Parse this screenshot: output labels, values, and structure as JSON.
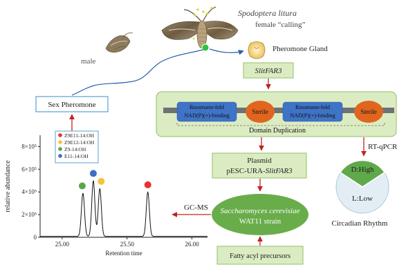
{
  "species": {
    "name": "Spodoptera litura",
    "status": "female “calling”"
  },
  "labels": {
    "male": "male",
    "pheromone_gland": "Pheromone Gland",
    "gene": "SlitFAR3",
    "sex_pheromone": "Sex Pheromone",
    "domain_duplication": "Domain Duplication",
    "plasmid_line1": "Plasmid",
    "plasmid_line2_prefix": "pESC-URA-",
    "plasmid_line2_gene": "SlitFAR3",
    "yeast_species": "Saccharomyces cerevisiae",
    "yeast_strain": "WAT11 strain",
    "precursors": "Fatty acyl precursors",
    "rt_qpcr": "RT-qPCR",
    "circadian": "Circadian Rhythm",
    "d_high": "D:High",
    "l_low": "L:Low",
    "gc_ms": "GC-MS"
  },
  "domains": [
    {
      "type": "rossmann",
      "line1": "Rossmann-fold",
      "line2": "NAD(P)(+)-binding"
    },
    {
      "type": "sterile",
      "label": "Sterile"
    },
    {
      "type": "rossmann",
      "line1": "Rossmann-fold",
      "line2": "NAD(P)(+)-binding"
    },
    {
      "type": "sterile",
      "label": "Sterile"
    }
  ],
  "chart_data": {
    "type": "line",
    "xlabel": "Retention time",
    "ylabel": "relative abundance",
    "x_ticks": [
      "25.00",
      "25.50",
      "26.00"
    ],
    "x_tick_values": [
      25.0,
      25.5,
      26.0
    ],
    "xlim": [
      24.83,
      26.12
    ],
    "y_ticks": [
      "0",
      "2×10⁵",
      "4×10⁵",
      "6×10⁵",
      "8×10⁵"
    ],
    "y_tick_values": [
      0,
      200000,
      400000,
      600000,
      800000
    ],
    "ylim": [
      0,
      900000
    ],
    "legend": [
      {
        "label": "Z9E11-14:OH",
        "color": "#e8322b"
      },
      {
        "label": "Z9E12-14:OH",
        "color": "#f5c33b"
      },
      {
        "label": "Z9-14:OH",
        "color": "#57a849"
      },
      {
        "label": "E11-14:OH",
        "color": "#3f6fc2"
      }
    ],
    "peaks": [
      {
        "compound": "Z9-14:OH",
        "x": 25.16,
        "y": 380000,
        "color": "#57a849"
      },
      {
        "compound": "E11-14:OH",
        "x": 25.24,
        "y": 490000,
        "color": "#3f6fc2"
      },
      {
        "compound": "Z9E12-14:OH",
        "x": 25.29,
        "y": 420000,
        "color": "#f5c33b"
      },
      {
        "compound": "Z9E11-14:OH",
        "x": 25.66,
        "y": 390000,
        "color": "#e8322b"
      }
    ]
  }
}
